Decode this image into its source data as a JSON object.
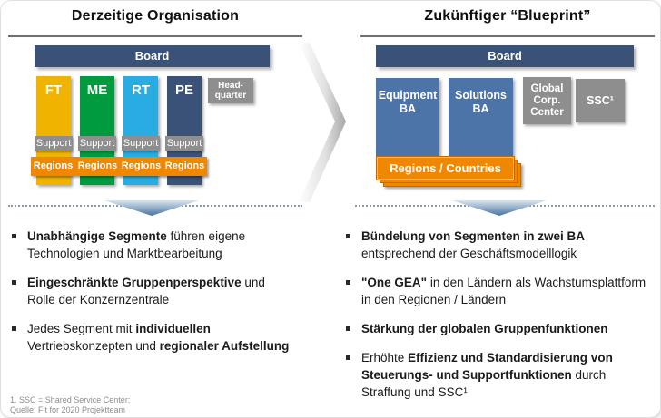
{
  "colors": {
    "board_navy": "#3a5277",
    "segment_yellow": "#f0b400",
    "segment_green": "#009b3e",
    "segment_cyan": "#29ace2",
    "segment_navy": "#3a5277",
    "ba_blue": "#4d74a8",
    "gray_box": "#8e8e8e",
    "regions_orange": "#ef8800",
    "down_arrow_top": "#d7e5f2",
    "down_arrow_bottom": "#49739c"
  },
  "left": {
    "title": "Derzeitige Organisation",
    "board_label": "Board",
    "segments": [
      {
        "label": "FT"
      },
      {
        "label": "ME"
      },
      {
        "label": "RT"
      },
      {
        "label": "PE"
      }
    ],
    "headquarter_label": "Head-\nquarter",
    "support_label": "Support",
    "regions_label": "Regions",
    "bullets": [
      [
        {
          "t": "Unabhängige Segmente",
          "b": true
        },
        {
          "t": " führen eigene Technologien und Marktbearbeitung",
          "b": false
        }
      ],
      [
        {
          "t": "Eingeschränkte Gruppenperspektive",
          "b": true
        },
        {
          "t": " und Rolle der Konzernzentrale",
          "b": false
        }
      ],
      [
        {
          "t": "Jedes Segment mit ",
          "b": false
        },
        {
          "t": "individuellen",
          "b": true
        },
        {
          "t": " Vertriebskonzepten und ",
          "b": false
        },
        {
          "t": "regionaler Aufstellung",
          "b": true
        }
      ]
    ]
  },
  "right": {
    "title": "Zukünftiger “Blueprint”",
    "board_label": "Board",
    "ba_boxes": [
      {
        "label": "Equipment BA"
      },
      {
        "label": "Solutions BA"
      }
    ],
    "corp_center_label": "Global Corp. Center",
    "ssc_label": "SSC¹",
    "regions_label": "Regions / Countries",
    "bullets": [
      [
        {
          "t": "Bündelung von Segmenten in zwei BA",
          "b": true
        },
        {
          "t": " entsprechend der Geschäftsmodelllogik",
          "b": false
        }
      ],
      [
        {
          "t": "\"One GEA\"",
          "b": true
        },
        {
          "t": " in den Ländern als Wachstumsplattform in den Regionen / Ländern",
          "b": false
        }
      ],
      [
        {
          "t": "Stärkung der globalen Gruppenfunktionen",
          "b": true
        }
      ],
      [
        {
          "t": "Erhöhte ",
          "b": false
        },
        {
          "t": "Effizienz und Standardisierung von Steuerungs- und Supportfunktionen",
          "b": true
        },
        {
          "t": " durch Straffung und SSC¹",
          "b": false
        }
      ]
    ]
  },
  "footnote": {
    "line1": "1. SSC = Shared Service Center;",
    "line2": "Quelle: Fit for 2020 Projektteam"
  }
}
